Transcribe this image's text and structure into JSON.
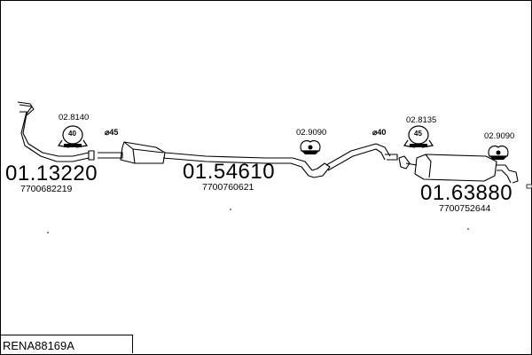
{
  "diagram_id": "RENA88169A",
  "parts": [
    {
      "number": "01.13220",
      "oem": "7700682219"
    },
    {
      "number": "01.54610",
      "oem": "7700760621"
    },
    {
      "number": "01.63880",
      "oem": "7700752644"
    }
  ],
  "fittings": [
    {
      "ref": "02.8140",
      "badge": "40"
    },
    {
      "ref": "02.9090"
    },
    {
      "ref": "02.8135",
      "badge": "45"
    },
    {
      "ref": "02.9090"
    }
  ],
  "pipe_diameters": [
    "⌀45",
    "⌀40"
  ]
}
